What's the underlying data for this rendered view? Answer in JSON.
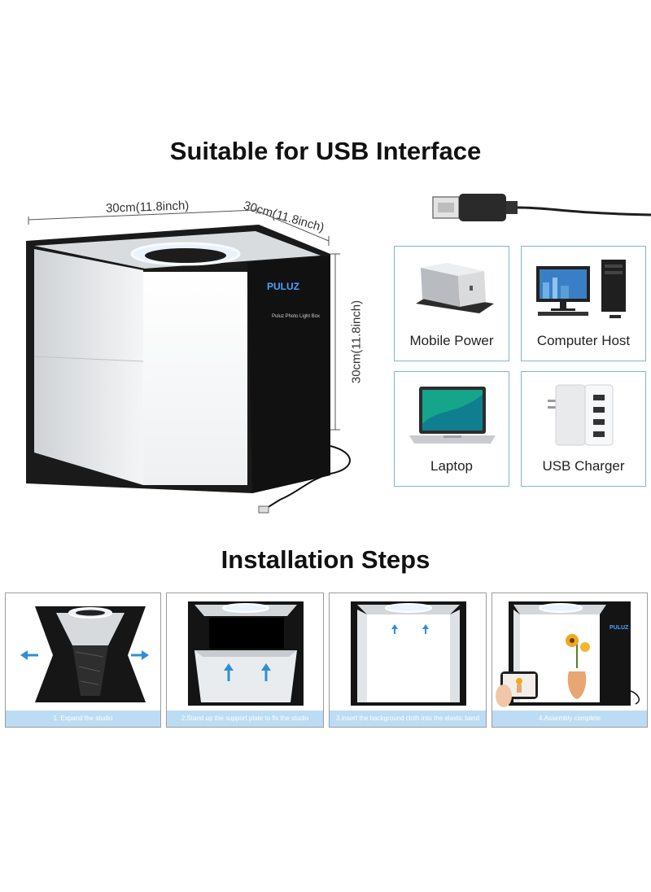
{
  "headings": {
    "usb": "Suitable for USB Interface",
    "steps": "Installation Steps"
  },
  "dimensions": {
    "width": "30cm(11.8inch)",
    "depth": "30cm(11.8inch)",
    "height": "30cm(11.8inch)"
  },
  "box_branding": {
    "brand": "PULUZ",
    "product": "Puluz Photo Light Box"
  },
  "power_sources": [
    {
      "label": "Mobile Power",
      "icon": "power-bank-icon"
    },
    {
      "label": "Computer Host",
      "icon": "desktop-computer-icon"
    },
    {
      "label": "Laptop",
      "icon": "laptop-icon"
    },
    {
      "label": "USB Charger",
      "icon": "usb-charger-icon"
    }
  ],
  "steps": [
    {
      "caption": "1. Expand the studio"
    },
    {
      "caption": "2.Stand up the support plate to fix the studio"
    },
    {
      "caption": "3.insert the background cloth into the elastic band"
    },
    {
      "caption": "4.Assembly complete"
    }
  ],
  "colors": {
    "card_border": "#7fb4dc",
    "caption_bar": "#bcdcf3",
    "arrow_blue": "#2e8fd6"
  }
}
